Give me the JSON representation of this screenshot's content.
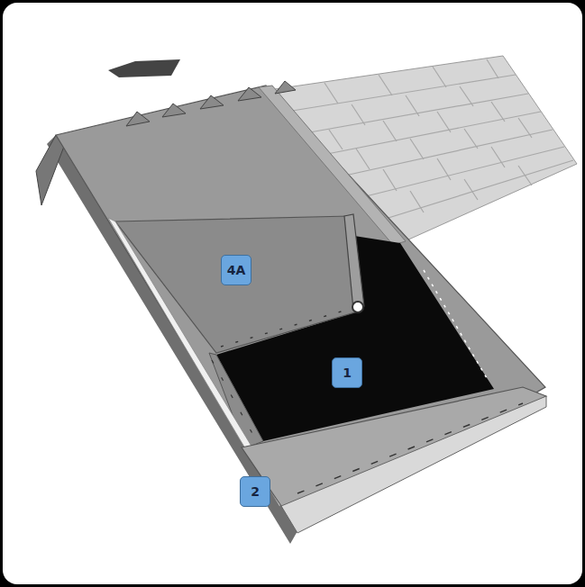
{
  "diagram": {
    "labels": [
      "4A",
      "1",
      "2"
    ]
  }
}
